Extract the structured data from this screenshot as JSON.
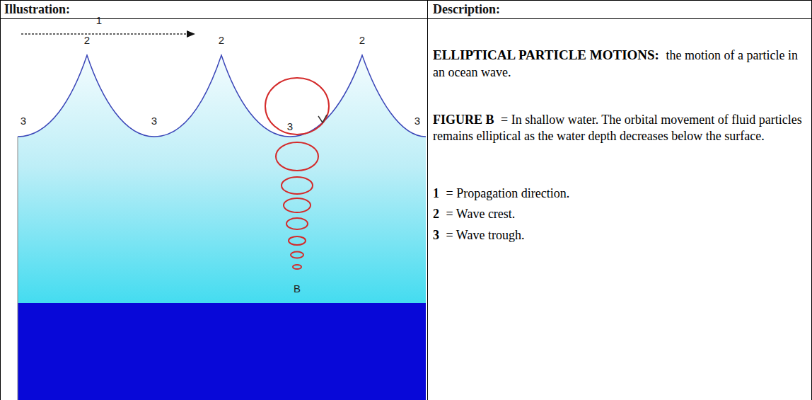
{
  "diagram": {
    "labels": [
      "Illustration:",
      "Description:",
      "1",
      "2",
      "2",
      "2",
      "3",
      "3",
      "3",
      "3",
      "B",
      "ELLIPTICAL PARTICLE MOTIONS:",
      "the motion of a particle in an ocean wave.",
      "FIGURE B",
      "= In shallow water. The orbital movement of fluid particles remains elliptical as the water depth decreases below the surface.",
      "1",
      "= Propagation direction.",
      "2",
      "= Wave crest.",
      "3",
      "= Wave trough."
    ]
  }
}
